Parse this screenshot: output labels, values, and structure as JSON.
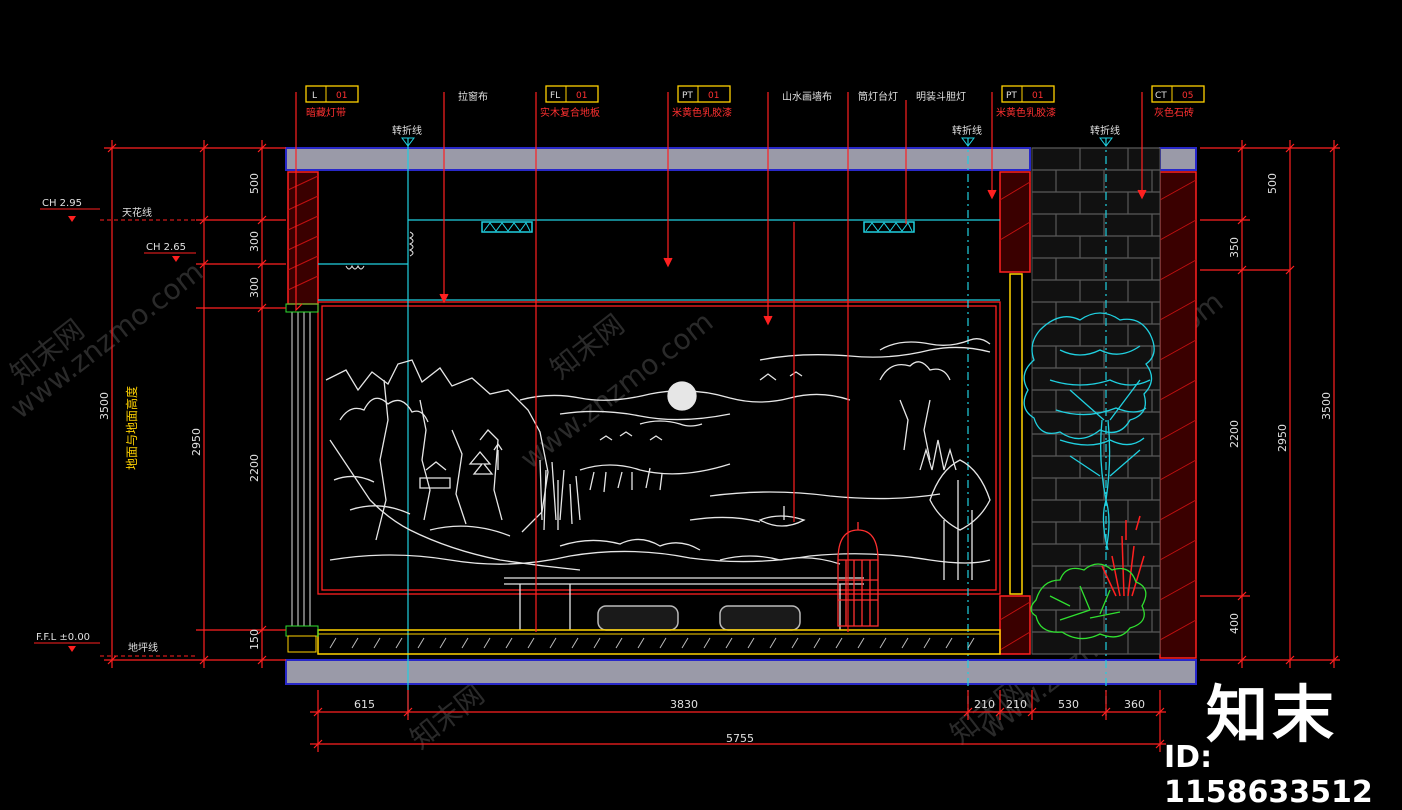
{
  "drawing": {
    "callouts": [
      {
        "tag_left": "L",
        "tag_right": "01",
        "text": "暗藏灯带"
      },
      {
        "text": "拉窗布"
      },
      {
        "tag_left": "FL",
        "tag_right": "01",
        "text": "实木复合地板"
      },
      {
        "tag_left": "PT",
        "tag_right": "01",
        "text": "米黄色乳胶漆"
      },
      {
        "text": "山水画墙布"
      },
      {
        "text": "筒灯台灯"
      },
      {
        "text": "明装斗胆灯"
      },
      {
        "tag_left": "PT",
        "tag_right": "01",
        "text": "米黄色乳胶漆"
      },
      {
        "tag_left": "CT",
        "tag_right": "05",
        "text": "灰色石砖"
      }
    ],
    "fold_lines": [
      "转折线",
      "转折线",
      "转折线"
    ],
    "level_marks": [
      {
        "label": "CH 2.95",
        "text": "天花线"
      },
      {
        "label": "CH 2.65",
        "text": ""
      },
      {
        "label": "F.F.L ±0.00",
        "text": "地坪线"
      }
    ],
    "vertical_label": "地面与地面高度",
    "left_dims": {
      "outer": "3500",
      "middle": "2950",
      "segments": [
        "500",
        "300",
        "300",
        "2200",
        "150"
      ]
    },
    "right_dims": {
      "outer": "3500",
      "middle": "2950",
      "segments": [
        "500",
        "350",
        "2200",
        "400"
      ]
    },
    "bottom_dims": {
      "segments": [
        "615",
        "3830",
        "210",
        "210",
        "530",
        "360"
      ],
      "total": "5755"
    }
  },
  "watermark": {
    "site": "www.znzmo.com",
    "brand_cn": "知末网",
    "logo": "知末",
    "id_text": "ID: 1158633512"
  },
  "colors": {
    "background": "#000000",
    "dimension": "#ff2020",
    "annotation": "#ff3030",
    "tag": "#ffd200",
    "cyan": "#20d0e0",
    "slab": "#9a9aa8",
    "wall_blue": "#2828c8",
    "mural": "#e6e6e6",
    "plant_green": "#30e030",
    "brick": "#5a5a5a"
  }
}
